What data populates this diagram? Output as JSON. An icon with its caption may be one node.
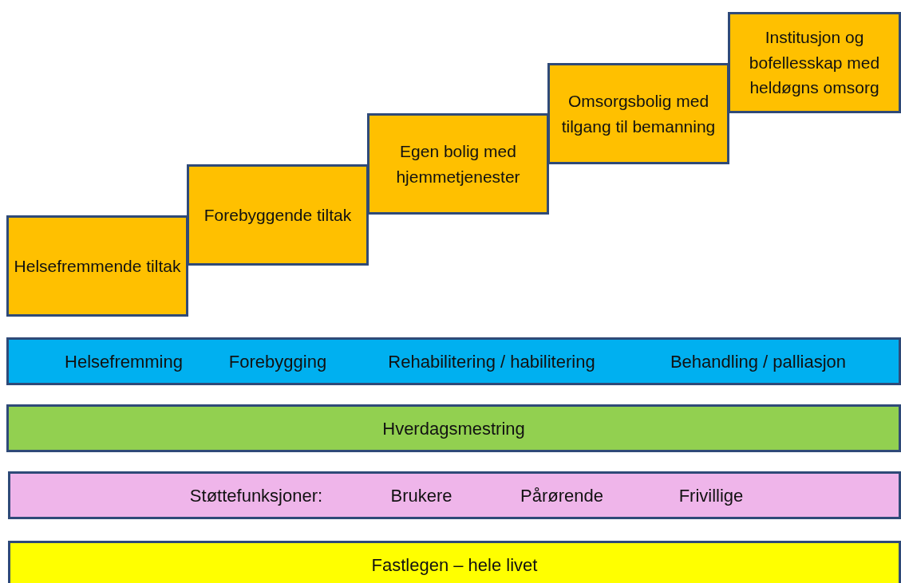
{
  "diagram": {
    "nodes": [
      {
        "text": [
          "Helsefremmende tiltak"
        ]
      },
      {
        "text": [
          "Forebyggende tiltak"
        ]
      },
      {
        "text": [
          "Egen bolig med hjemmetjenester"
        ]
      },
      {
        "text": [
          "Omsorgsbolig med tilgang til bemanning"
        ]
      },
      {
        "text": [
          "Institusjon og bofellesskap med heldøgns omsorg"
        ]
      },
      {
        "text": [
          "Helsefremming",
          "Forebygging",
          "Rehabilitering / habilitering",
          "Behandling / palliasjon"
        ]
      },
      {
        "text": [
          "Hverdagsmestring"
        ]
      },
      {
        "text": [
          "Støttefunksjoner:",
          "Brukere",
          "Pårørende",
          "Frivillige"
        ]
      },
      {
        "text": [
          "Fastlegen – hele livet"
        ]
      }
    ]
  }
}
